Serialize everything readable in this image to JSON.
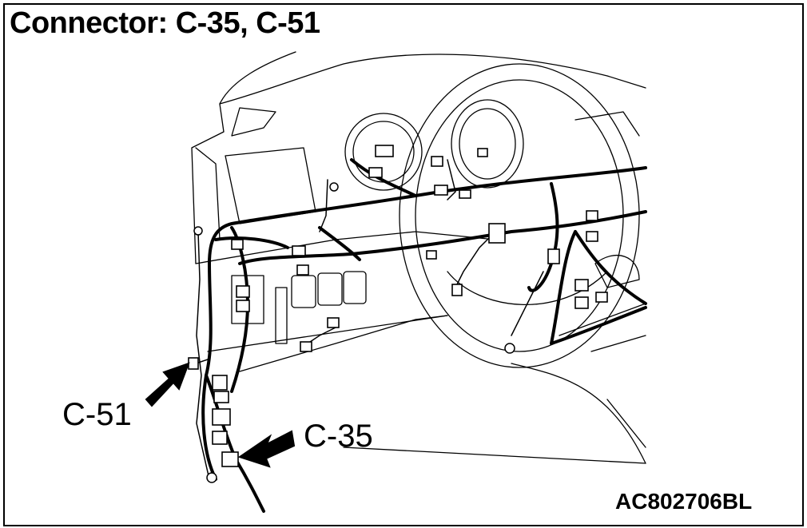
{
  "title": "Connector: C-35, C-51",
  "callouts": {
    "c51": "C-51",
    "c35": "C-35"
  },
  "figure_code": "AC802706BL",
  "colors": {
    "line": "#000000",
    "background": "#ffffff"
  }
}
